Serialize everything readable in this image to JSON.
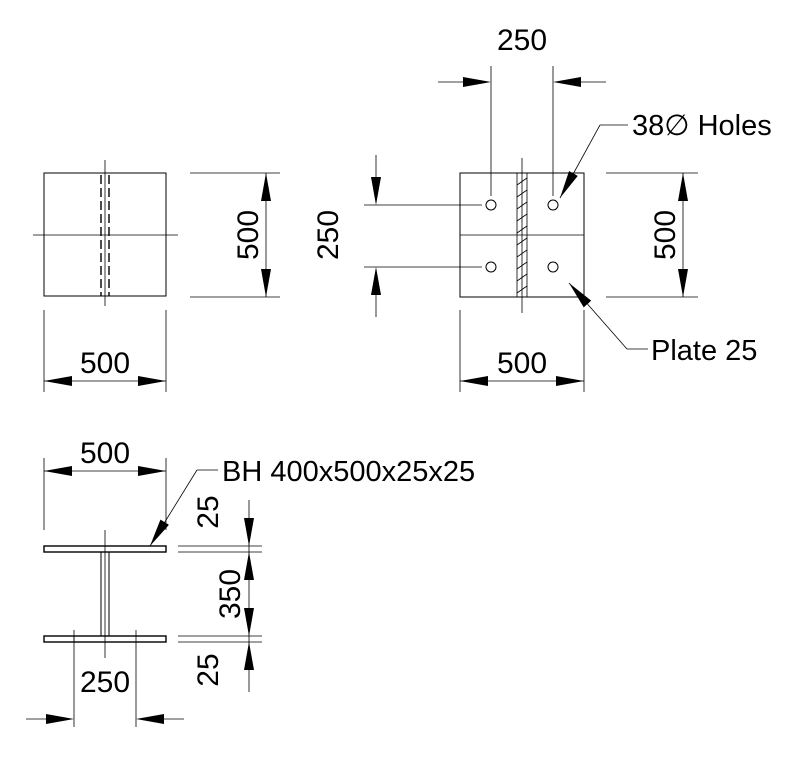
{
  "colors": {
    "ink": "#000000",
    "background": "#ffffff"
  },
  "front_view": {
    "width_dim": "500",
    "height_dim": "500"
  },
  "plate_view": {
    "top_dim": "250",
    "left_dim": "250",
    "right_dim": "500",
    "bottom_dim": "500",
    "holes_label": "38∅ Holes",
    "plate_label": "Plate 25"
  },
  "section_view": {
    "flange_width_dim": "500",
    "section_label": "BH 400x500x25x25",
    "top_flange_dim": "25",
    "web_dim": "350",
    "bottom_flange_dim": "25",
    "bolt_gauge_dim": "250"
  }
}
